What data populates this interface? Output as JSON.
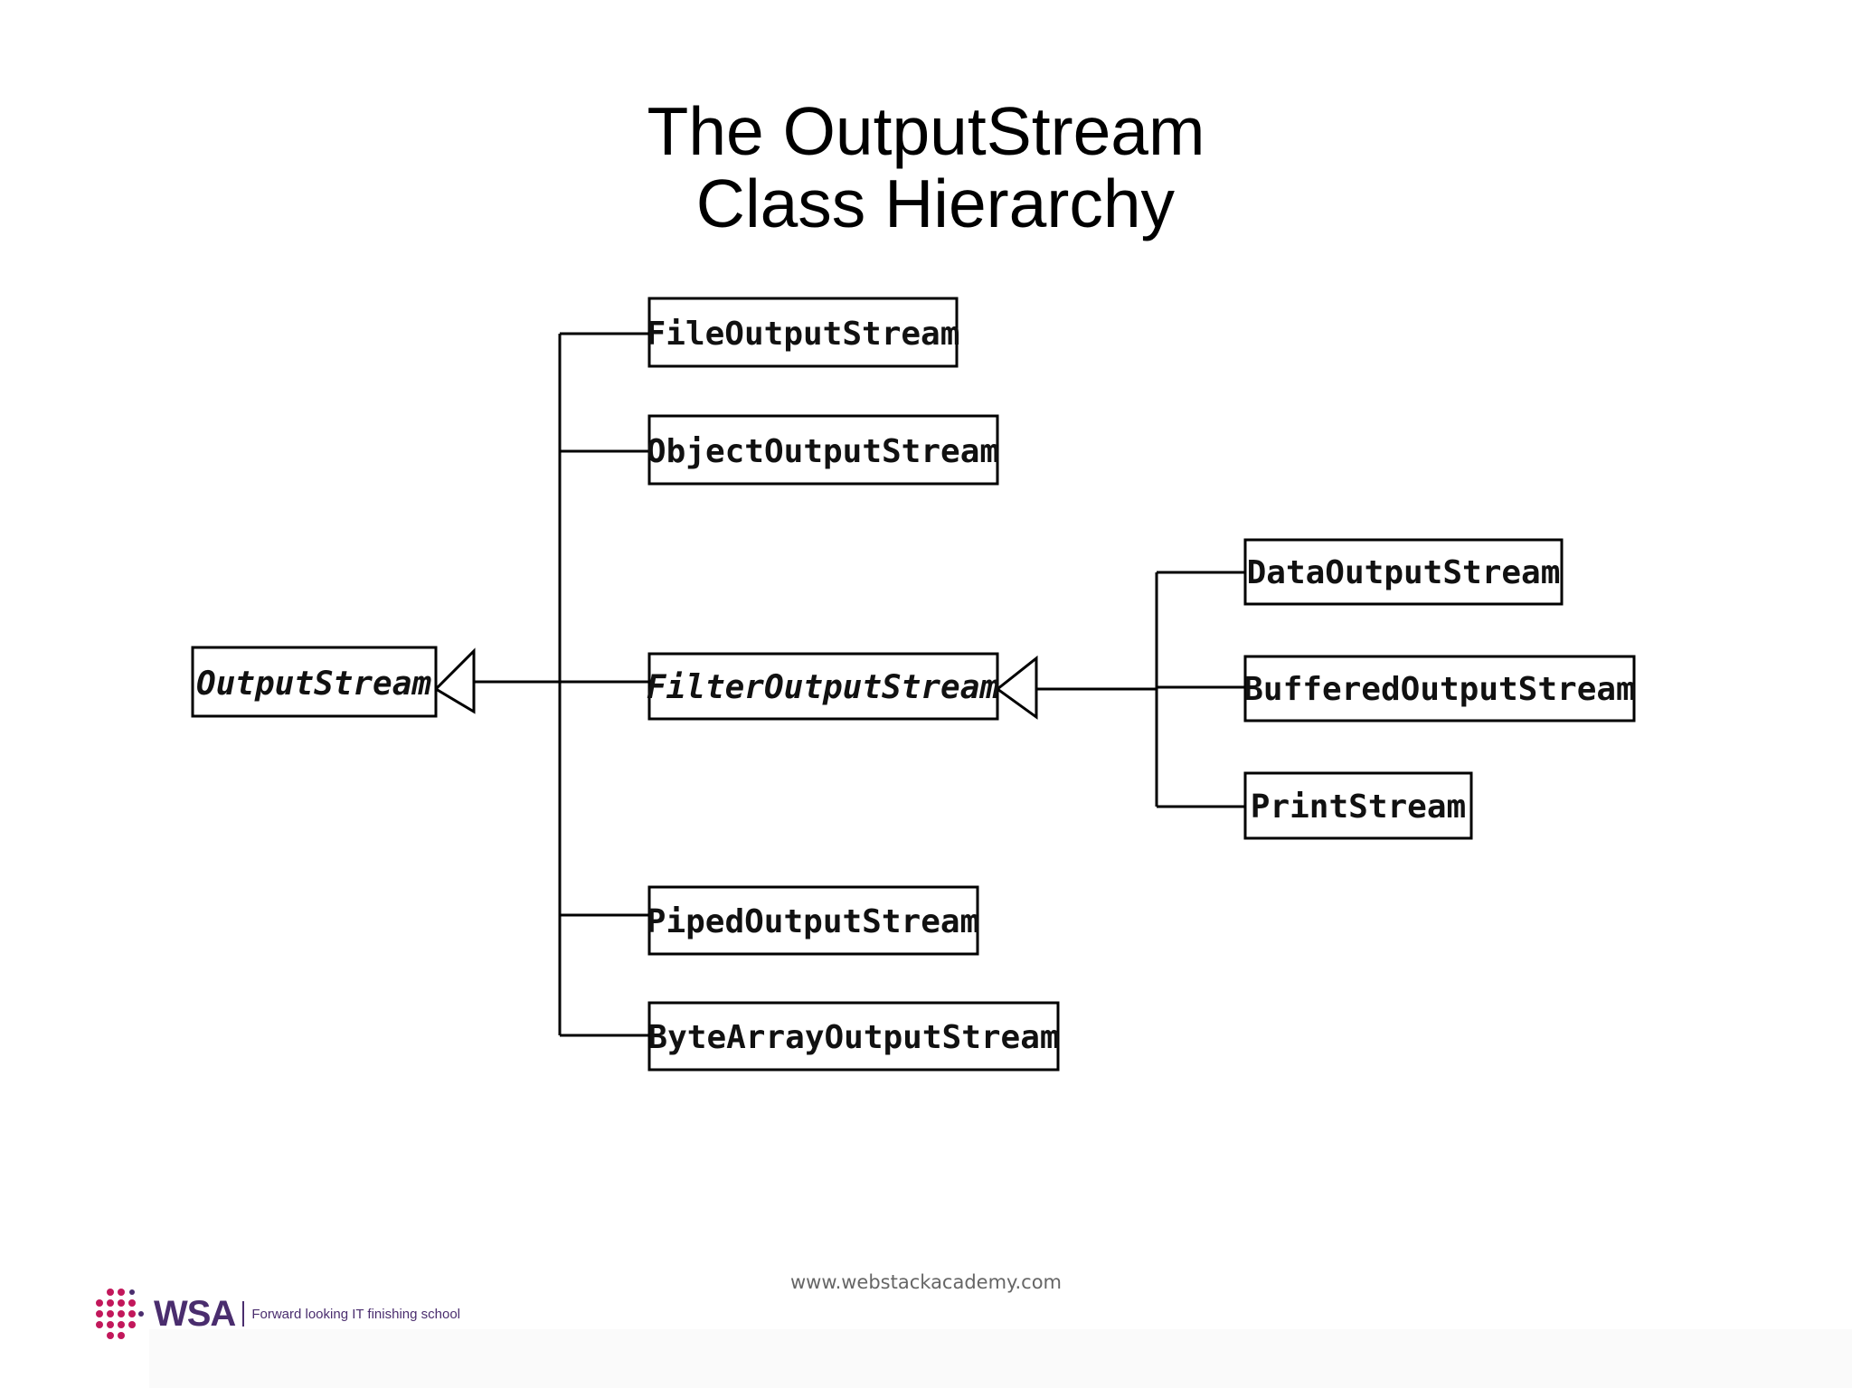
{
  "title": {
    "line1": "The OutputStream",
    "line2": " Class Hierarchy"
  },
  "diagram": {
    "root": "OutputStream",
    "children": [
      "FileOutputStream",
      "ObjectOutputStream",
      "FilterOutputStream",
      "PipedOutputStream",
      "ByteArrayOutputStream"
    ],
    "filter_children": [
      "DataOutputStream",
      "BufferedOutputStream",
      "PrintStream"
    ]
  },
  "footer": {
    "url": "www.webstackacademy.com",
    "brand": "WSA",
    "tagline": "Forward looking IT finishing school",
    "brand_colors": [
      "#c2185b",
      "#4a2d6e"
    ]
  }
}
